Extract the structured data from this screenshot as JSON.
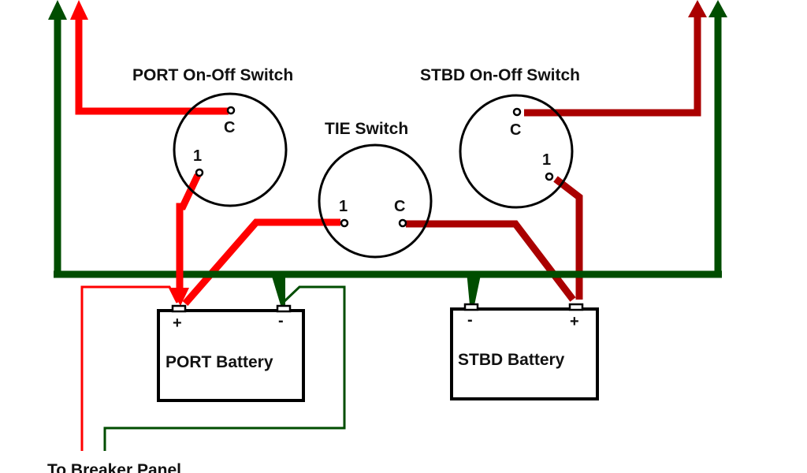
{
  "colors": {
    "port_positive": "#ff0000",
    "stbd_positive": "#aa0000",
    "negative": "#004d00",
    "outline": "#000000"
  },
  "switches": {
    "port": {
      "title": "PORT On-Off Switch",
      "terminal_c": "C",
      "terminal_1": "1"
    },
    "tie": {
      "title": "TIE Switch",
      "terminal_c": "C",
      "terminal_1": "1"
    },
    "stbd": {
      "title": "STBD On-Off Switch",
      "terminal_c": "C",
      "terminal_1": "1"
    }
  },
  "batteries": {
    "port": {
      "label": "PORT Battery",
      "positive": "+",
      "negative": "-"
    },
    "stbd": {
      "label": "STBD Battery",
      "positive": "+",
      "negative": "-"
    }
  },
  "footer": {
    "breaker_label": "To Breaker Panel"
  }
}
